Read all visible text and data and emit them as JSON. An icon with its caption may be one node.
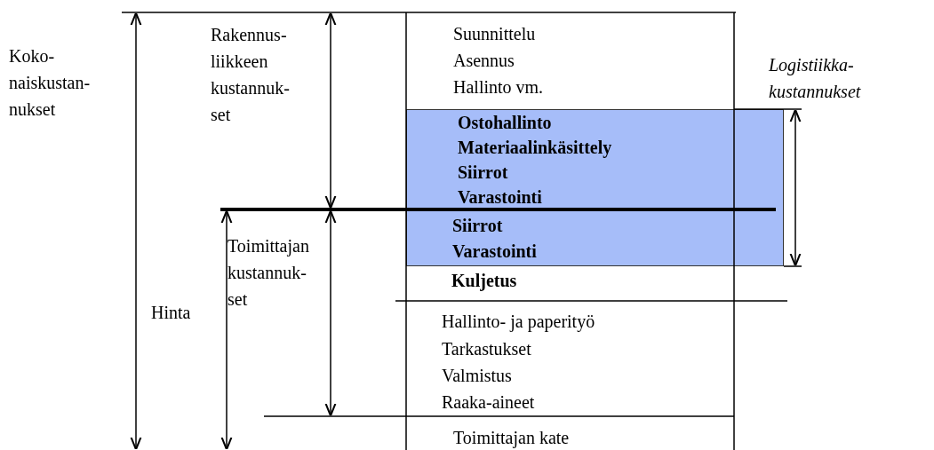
{
  "diagram": {
    "nodes": [
      {
        "text": [
          "Ostohallinto",
          "Materiaalinkäsittely",
          "Siirrot",
          "Varastointi",
          "Siirrot",
          "Varastointi"
        ]
      }
    ],
    "labels": [
      "Koko- naiskustan- nukset",
      "Rakennus- liikkeen kustannuk- set",
      "Suunnittelu",
      "Asennus",
      "Hallinto vm.",
      "Logistiikka- kustannukset",
      "Kuljetus",
      "Toimittajan kustannuk- set",
      "Hinta",
      "Hallinto- ja paperityö",
      "Tarkastukset",
      "Valmistus",
      "Raaka-aineet",
      "Toimittajan kate"
    ]
  }
}
